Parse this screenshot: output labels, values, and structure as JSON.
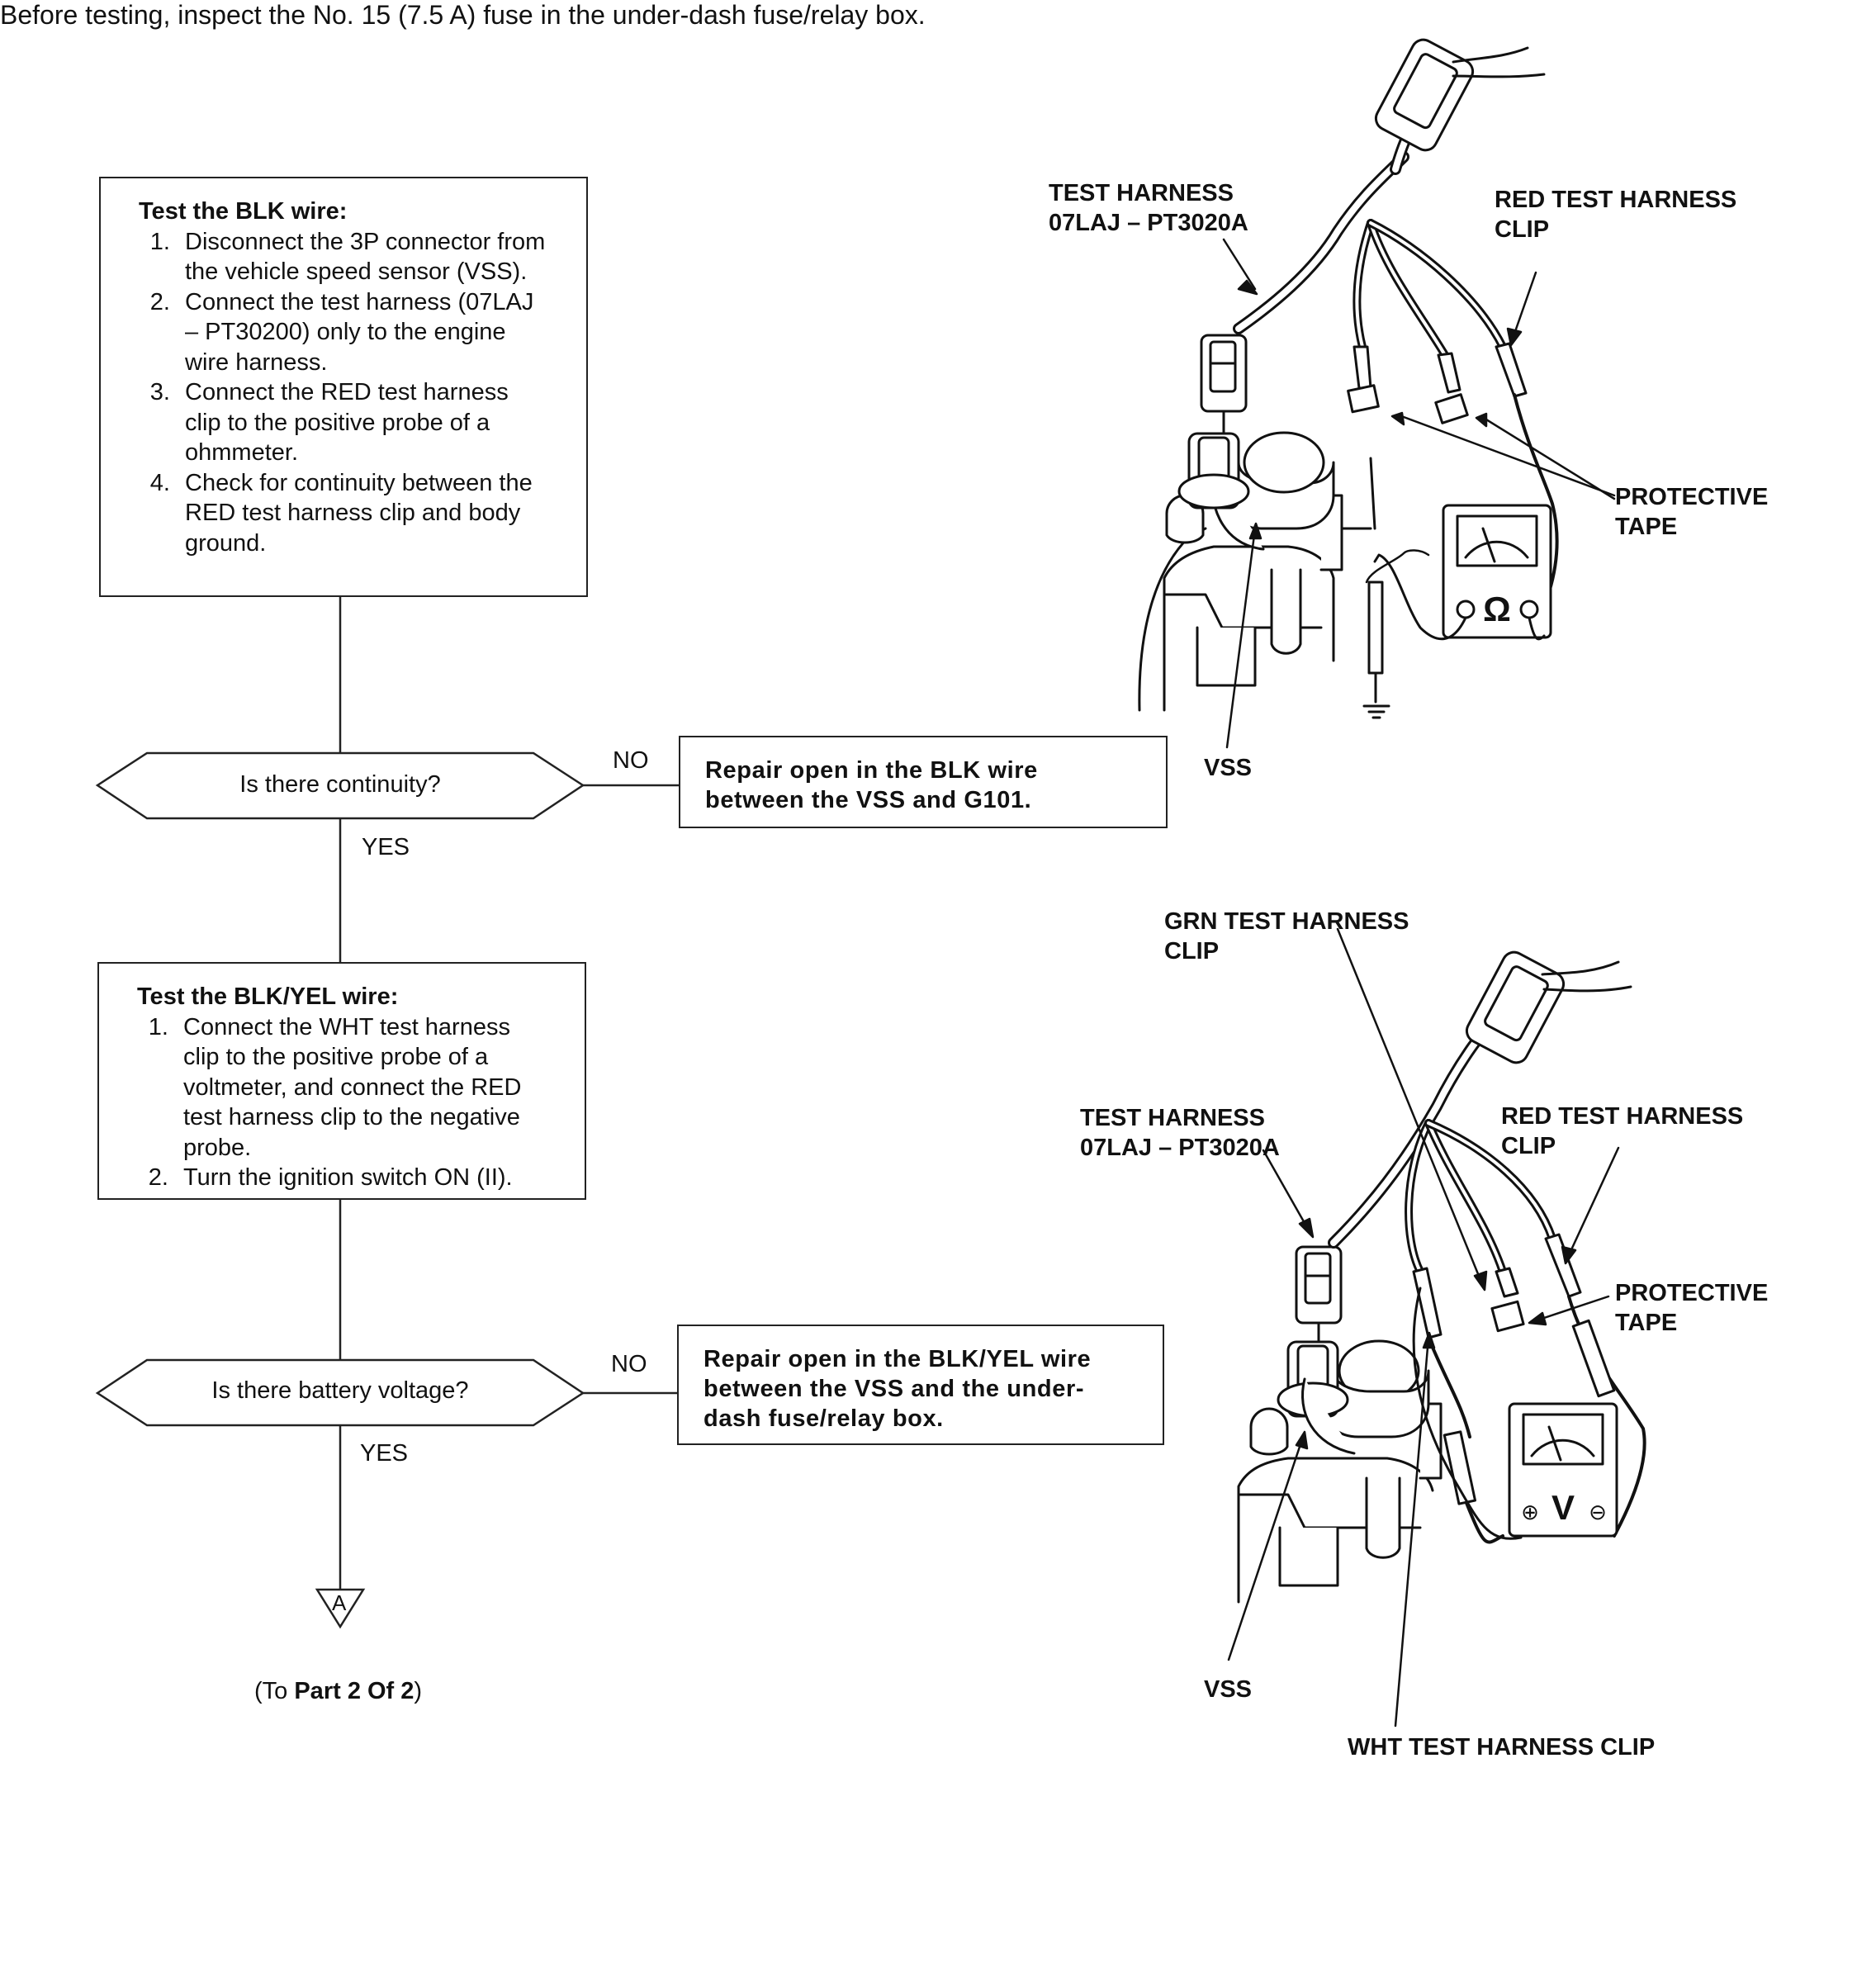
{
  "intro": "Before testing, inspect the No. 15 (7.5 A) fuse in the under-dash fuse/relay box.",
  "step1": {
    "heading": "Test the BLK wire:",
    "items": [
      "Disconnect the 3P connector from the vehicle speed sensor (VSS).",
      "Connect the test harness (07LAJ – PT30200) only to the engine wire harness.",
      "Connect the RED test harness clip to the positive probe of a ohmmeter.",
      "Check for continuity between the RED test harness clip and body ground."
    ]
  },
  "decision1": {
    "question": "Is there continuity?",
    "no_label": "NO",
    "yes_label": "YES"
  },
  "result1": "Repair open in the BLK wire between the VSS and G101.",
  "step2": {
    "heading": "Test the BLK/YEL wire:",
    "items": [
      "Connect the WHT test harness clip to the positive probe of a voltmeter, and connect the RED test harness clip to the negative probe.",
      "Turn the ignition switch ON (II)."
    ]
  },
  "decision2": {
    "question": "Is there battery voltage?",
    "no_label": "NO",
    "yes_label": "YES"
  },
  "result2": "Repair open in the BLK/YEL wire between the VSS and the under-dash fuse/relay box.",
  "connector": {
    "symbol": "A",
    "note_prefix": "(To ",
    "note_bold": "Part 2 Of 2",
    "note_suffix": ")"
  },
  "figure1": {
    "test_harness": [
      "TEST HARNESS",
      "07LAJ – PT3020A"
    ],
    "red_clip": [
      "RED TEST HARNESS",
      "CLIP"
    ],
    "protective_tape": [
      "PROTECTIVE",
      "TAPE"
    ],
    "vss": "VSS",
    "meter_symbol": "Ω"
  },
  "figure2": {
    "grn_clip": [
      "GRN TEST HARNESS",
      "CLIP"
    ],
    "test_harness": [
      "TEST HARNESS",
      "07LAJ – PT3020A"
    ],
    "red_clip": [
      "RED TEST HARNESS",
      "CLIP"
    ],
    "protective_tape": [
      "PROTECTIVE",
      "TAPE"
    ],
    "vss": "VSS",
    "wht_clip": "WHT TEST HARNESS CLIP",
    "meter_symbol": "V",
    "meter_plus": "⊕",
    "meter_minus": "⊖"
  }
}
